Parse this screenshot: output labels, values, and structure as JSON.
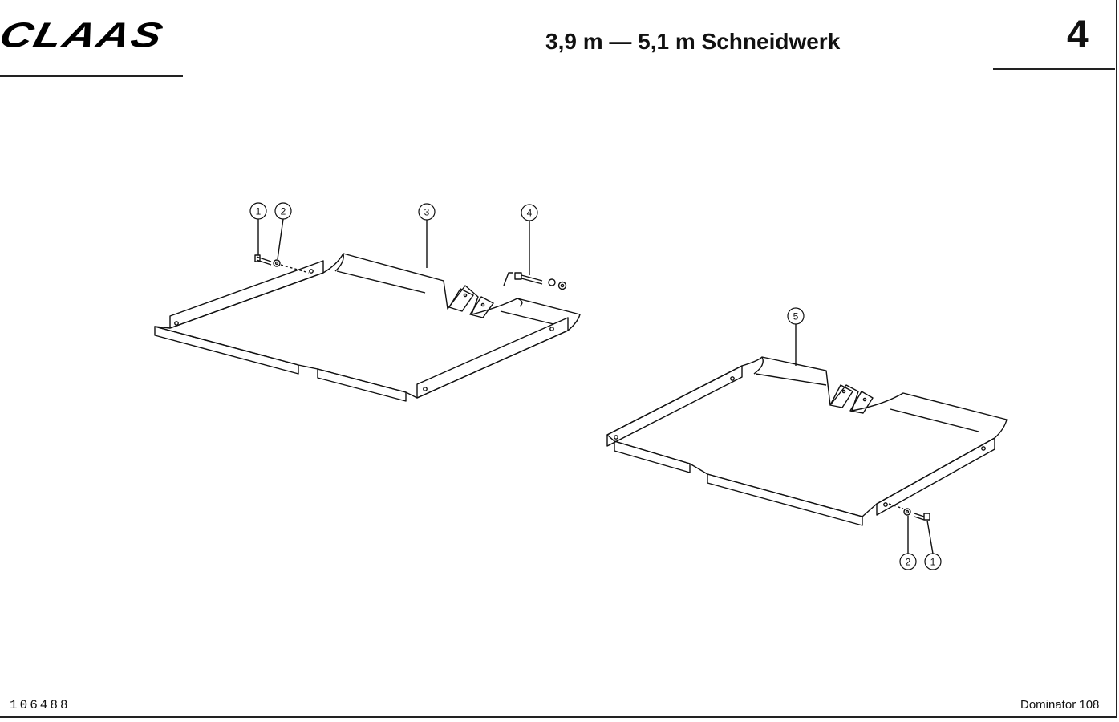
{
  "header": {
    "brand": "CLAAS",
    "title": "3,9 m — 5,1 m Schneidwerk",
    "page_number": "4"
  },
  "footer": {
    "doc_number": "106488",
    "model": "Dominator 108"
  },
  "callouts": {
    "left": [
      "1",
      "2",
      "3",
      "4"
    ],
    "right": [
      "5",
      "2",
      "1"
    ]
  }
}
